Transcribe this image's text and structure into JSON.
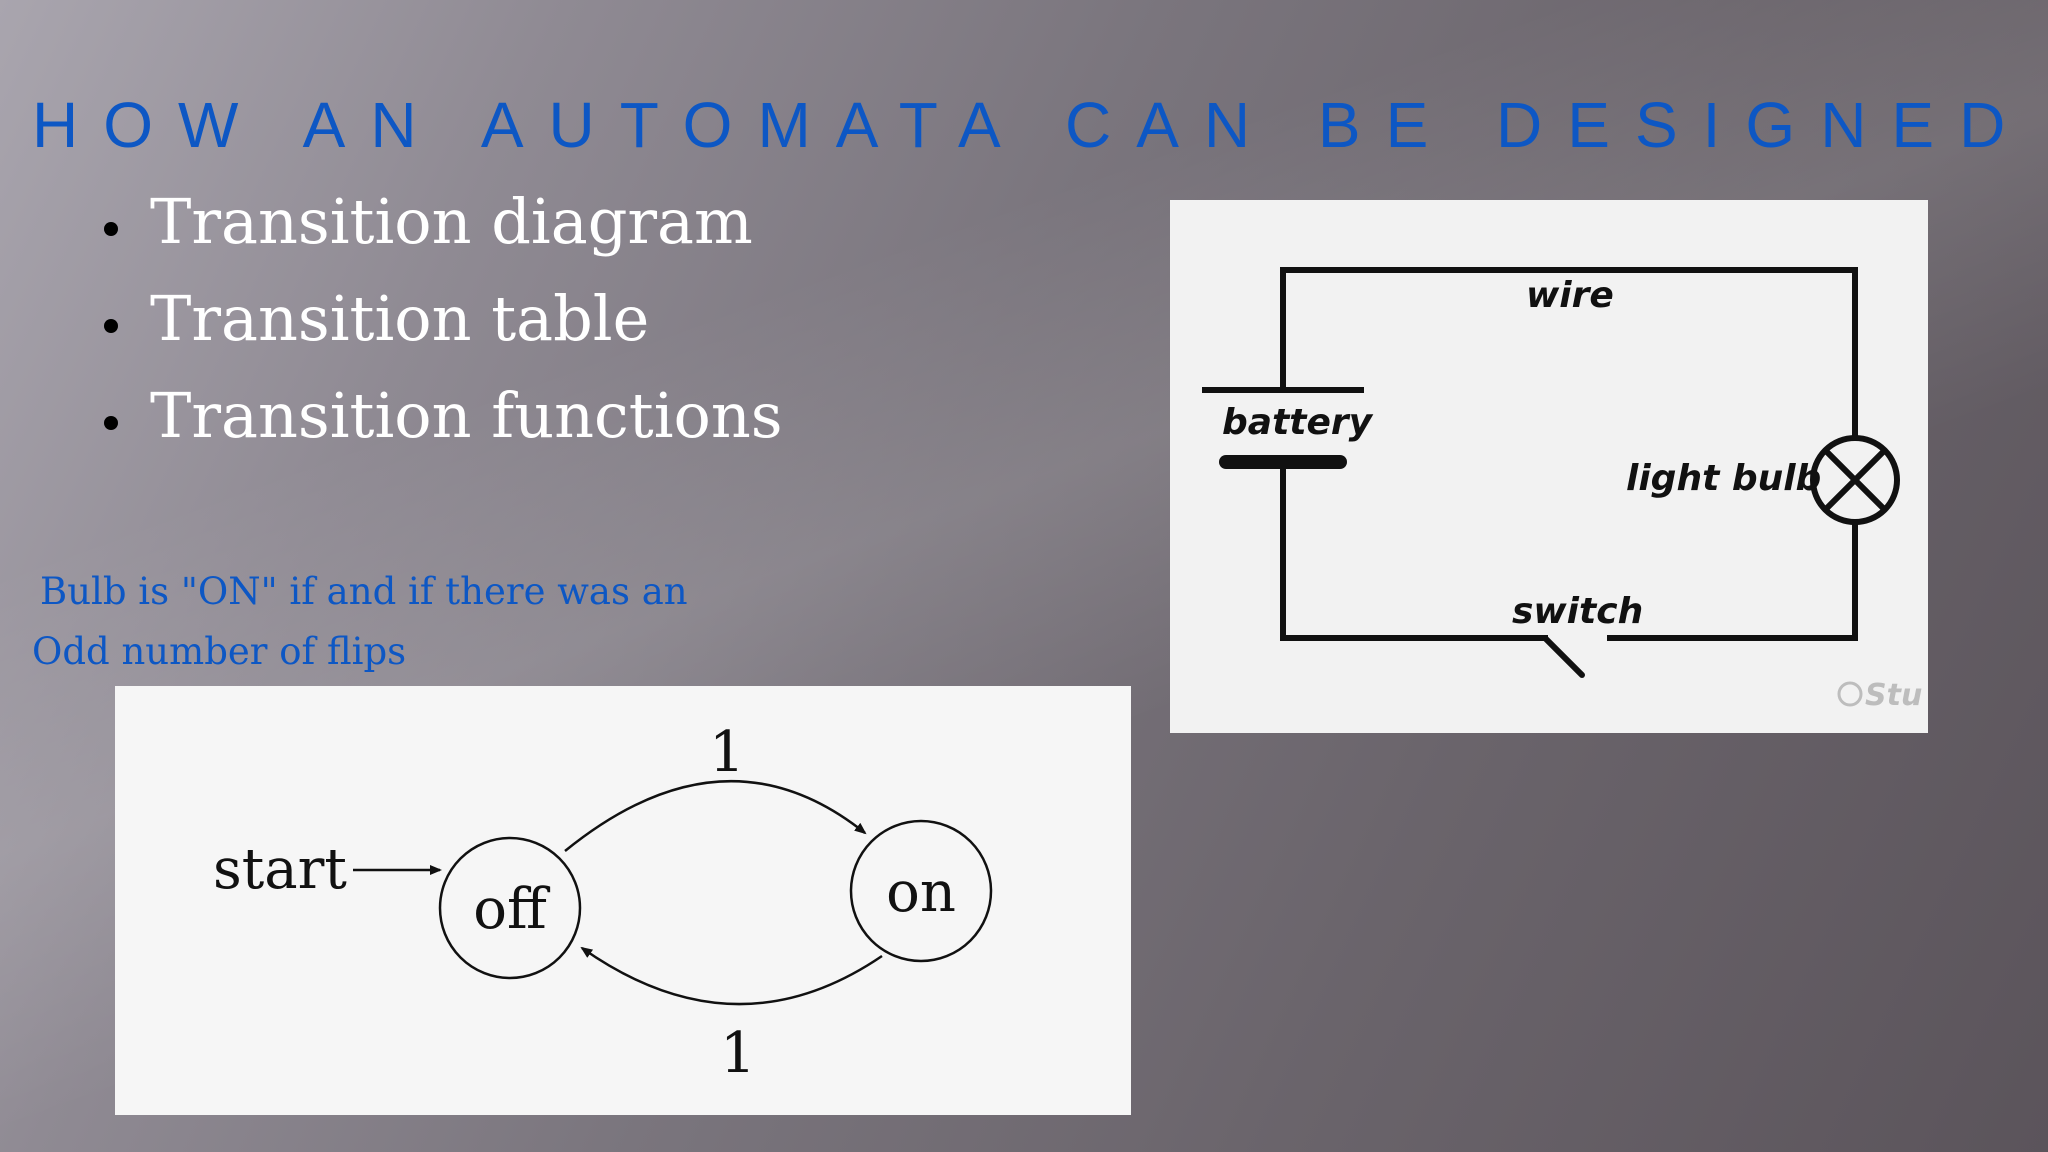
{
  "slide": {
    "title": "HOW AN AUTOMATA CAN BE DESIGNED :",
    "bullets": [
      "Transition diagram",
      "Transition table",
      "Transition functions"
    ],
    "note_line1": "Bulb is \"ON\" if and if there was an",
    "note_line2": "Odd number of flips"
  },
  "state_diagram": {
    "start_label": "start",
    "states": [
      "off",
      "on"
    ],
    "top_transition_label": "1",
    "bottom_transition_label": "1"
  },
  "circuit_diagram": {
    "wire_label": "wire",
    "battery_label": "battery",
    "bulb_label": "light bulb",
    "switch_label": "switch",
    "watermark": "Stu"
  },
  "colors": {
    "title": "#0d57c4",
    "bullet_text": "#ffffff",
    "note_text": "#0d57c4"
  }
}
